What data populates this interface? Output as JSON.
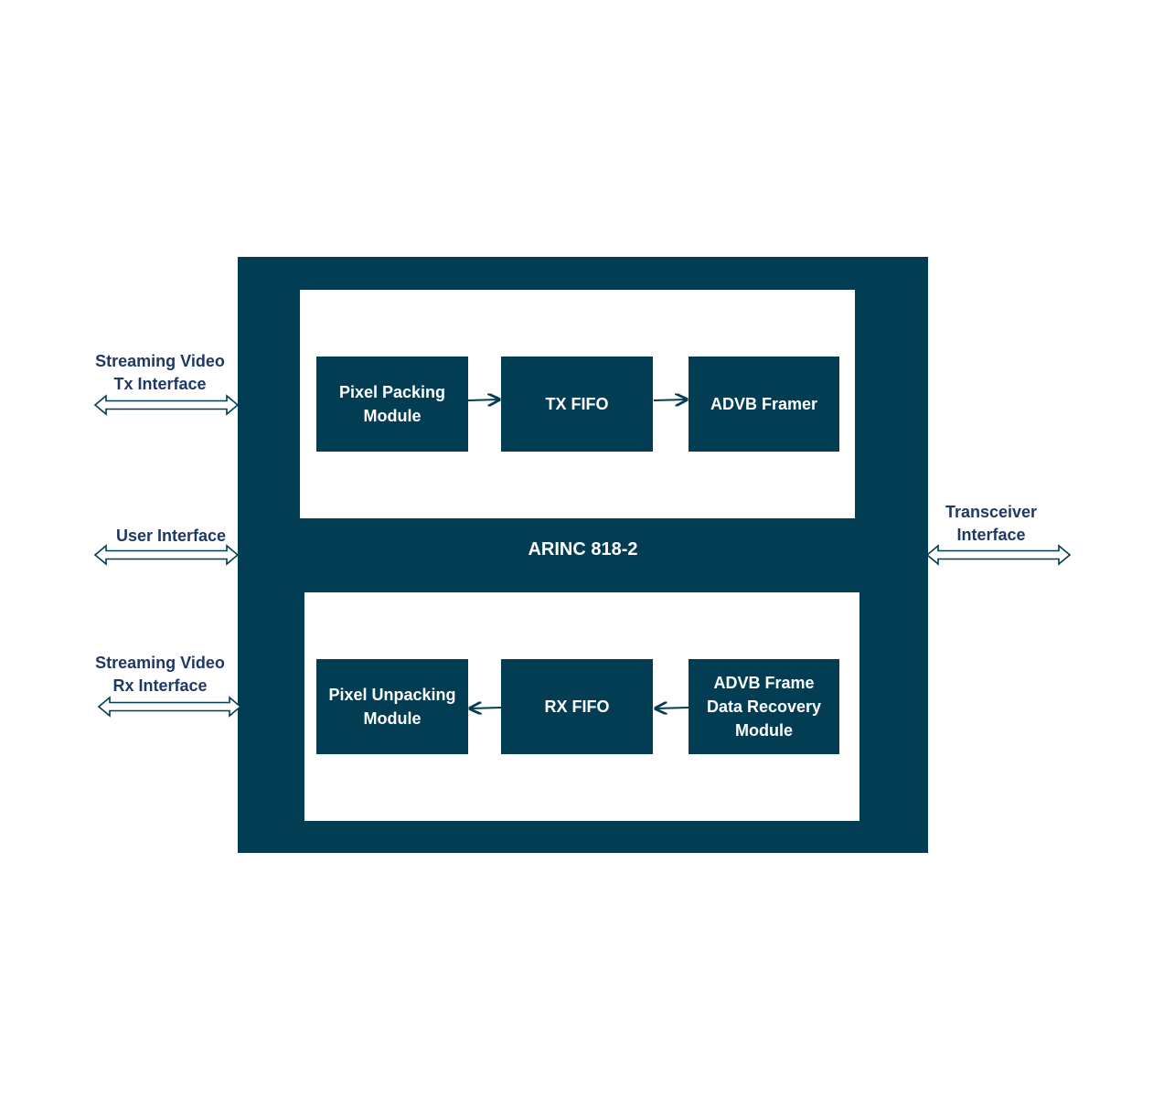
{
  "core": {
    "title": "ARINC 818-2"
  },
  "tx_path": {
    "pixel_packing": "Pixel Packing\nModule",
    "tx_fifo": "TX FIFO",
    "advb_framer": "ADVB Framer"
  },
  "rx_path": {
    "pixel_unpacking": "Pixel Unpacking\nModule",
    "rx_fifo": "RX FIFO",
    "advb_recovery": "ADVB Frame\nData Recovery\nModule"
  },
  "interfaces": {
    "streaming_tx": "Streaming Video\nTx Interface",
    "user": "User Interface",
    "streaming_rx": "Streaming Video\nRx Interface",
    "transceiver": "Transceiver\nInterface"
  },
  "colors": {
    "block_fill": "#023d54",
    "label_text": "#1f3864",
    "background": "#ffffff"
  }
}
